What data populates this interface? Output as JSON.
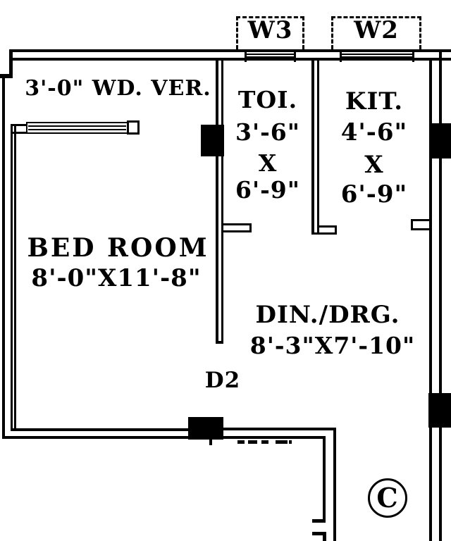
{
  "plan": {
    "verandah": {
      "label": "3'-0\" WD. VER."
    },
    "windows": [
      {
        "id": "w3",
        "label": "W3"
      },
      {
        "id": "w2",
        "label": "W2"
      }
    ],
    "rooms": {
      "toilet": {
        "name": "TOI.",
        "width": "3'-6\"",
        "by": "X",
        "length": "6'-9\""
      },
      "kitchen": {
        "name": "KIT.",
        "width": "4'-6\"",
        "by": "X",
        "length": "6'-9\""
      },
      "bedroom": {
        "name": "BED ROOM",
        "dims": "8'-0\"X11'-8\""
      },
      "dining": {
        "name": "DIN./DRG.",
        "dims": "8'-3\"X7'-10\""
      }
    },
    "door": {
      "label": "D2"
    },
    "marker": {
      "label": "C"
    }
  }
}
